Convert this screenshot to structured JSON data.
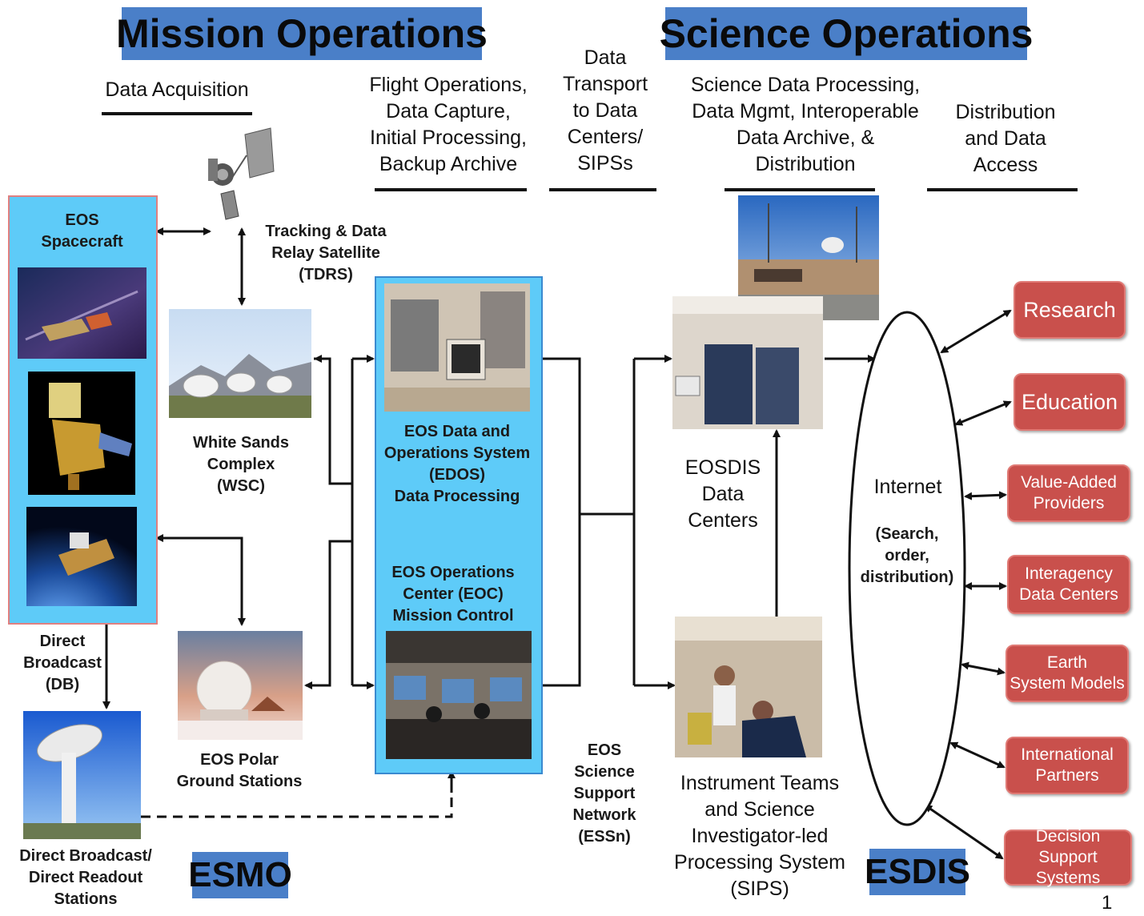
{
  "banners": {
    "mission": "Mission Operations",
    "science": "Science Operations"
  },
  "headers": {
    "acquisition": "Data Acquisition",
    "flight": "Flight Operations,\nData Capture,\nInitial Processing,\nBackup Archive",
    "transport": "Data\nTransport\nto Data\nCenters/\nSIPSs",
    "science_processing": "Science Data Processing,\nData Mgmt, Interoperable\nData Archive, &\nDistribution",
    "distribution": "Distribution\nand Data\nAccess"
  },
  "nodes": {
    "spacecraft": "EOS\nSpacecraft",
    "tdrs": "Tracking & Data\nRelay Satellite\n(TDRS)",
    "wsc": "White Sands\nComplex\n(WSC)",
    "edos": "EOS Data and\nOperations System\n(EDOS)\nData Processing",
    "eoc": "EOS Operations\nCenter (EOC)\nMission Control",
    "direct_broadcast": "Direct\nBroadcast\n(DB)",
    "polar": "EOS Polar\nGround Stations",
    "db_stations": "Direct Broadcast/\nDirect Readout\nStations",
    "essn": "EOS\nScience\nSupport\nNetwork\n(ESSn)",
    "data_centers": "EOSDIS\nData\nCenters",
    "sips": "Instrument Teams\nand Science\nInvestigator-led\nProcessing System\n(SIPS)",
    "internet": "Internet",
    "internet_sub": "(Search,\norder,\ndistribution)"
  },
  "users": [
    "Research",
    "Education",
    "Value-Added\nProviders",
    "Interagency\nData Centers",
    "Earth\nSystem Models",
    "International\nPartners",
    "Decision Support\nSystems"
  ],
  "orgs": {
    "esmo": "ESMO",
    "esdis": "ESDIS"
  },
  "page_number": "1",
  "colors": {
    "banner": "#4a7fc8",
    "panel": "#5ecbf8",
    "user_box": "#c9504c"
  }
}
